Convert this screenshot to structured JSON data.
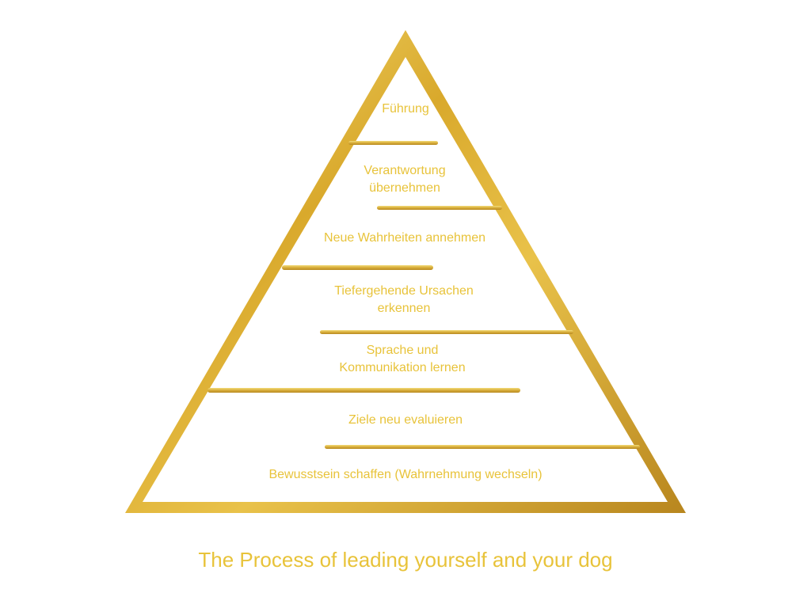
{
  "diagram": {
    "levels": [
      {
        "label": "Führung"
      },
      {
        "label": "Verantwortung\nübernehmen"
      },
      {
        "label": "Neue Wahrheiten annehmen"
      },
      {
        "label": "Tiefergehende Ursachen\nerkennen"
      },
      {
        "label": "Sprache und\nKommunikation lernen"
      },
      {
        "label": "Ziele neu evaluieren"
      },
      {
        "label": "Bewusstsein schaffen  (Wahrnehmung wechseln)"
      }
    ],
    "caption": "The Process of leading yourself and your dog",
    "colors": {
      "gold": "#d9a92c",
      "gold_light": "#f2d35a",
      "text": "#e8c33a"
    }
  }
}
